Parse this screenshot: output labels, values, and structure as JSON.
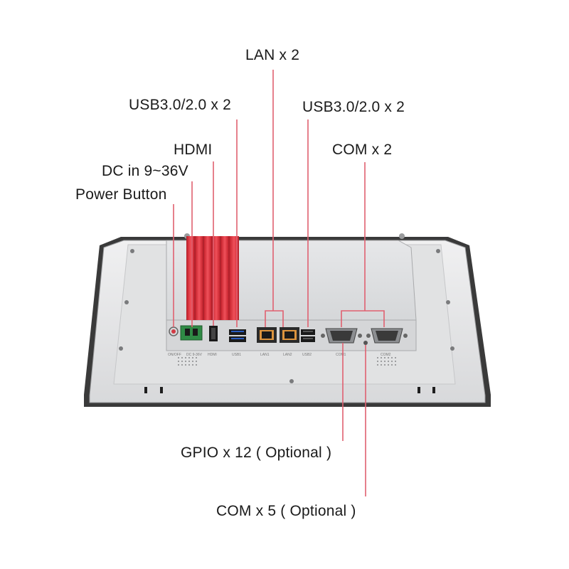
{
  "labels": {
    "lan": "LAN x 2",
    "usb_left": "USB3.0/2.0 x 2",
    "usb_right": "USB3.0/2.0 x 2",
    "hdmi": "HDMI",
    "com": "COM x 2",
    "dc_in": "DC in 9~36V",
    "power_button": "Power Button",
    "gpio": "GPIO x 12 ( Optional )",
    "com_optional": "COM x 5 ( Optional )"
  },
  "port_markings": {
    "on_off": "ON/OFF",
    "dc": "DC 9-36V",
    "hdmi": "HDMI",
    "usb1": "USB1",
    "lan1": "LAN1",
    "lan2": "LAN2",
    "usb2": "USB2",
    "com1": "COM1",
    "com2": "COM2"
  },
  "colors": {
    "leader_line": "#e06070",
    "heatsink": "#e23a44",
    "chassis": "#d9dadc",
    "bezel": "#e4e5e6",
    "gasket": "#3a3a3a"
  }
}
